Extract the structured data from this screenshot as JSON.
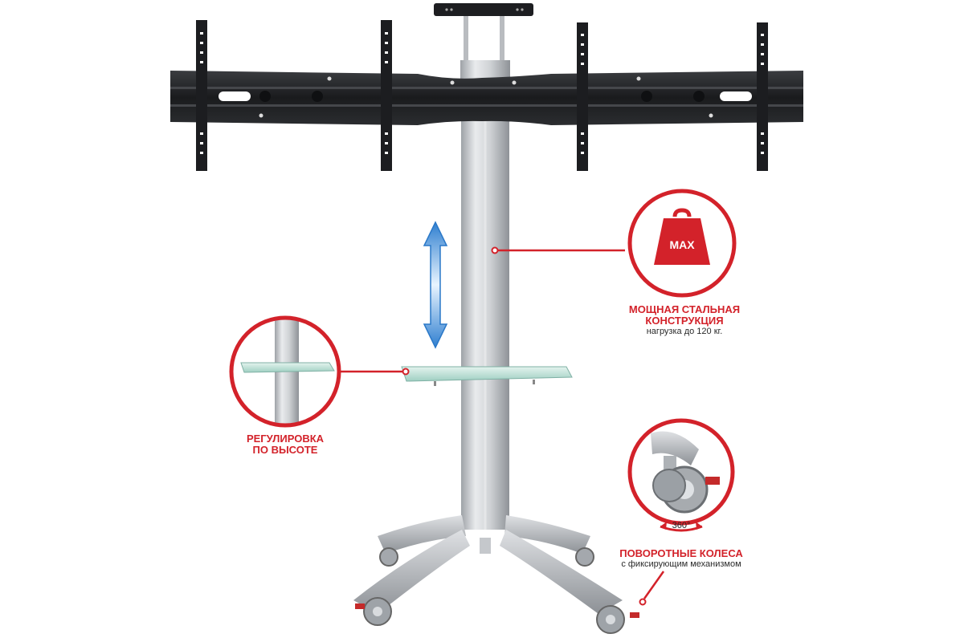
{
  "callouts": {
    "steel": {
      "badge": "MAX",
      "title_line1": "МОЩНАЯ СТАЛЬНАЯ",
      "title_line2": "КОНСТРУКЦИЯ",
      "subtitle": "нагрузка до 120 кг."
    },
    "height": {
      "title_line1": "РЕГУЛИРОВКА",
      "title_line2": "ПО ВЫСОТЕ"
    },
    "wheels": {
      "badge": "360°",
      "title_line1": "ПОВОРОТНЫЕ КОЛЕСА",
      "subtitle": "с фиксирующим механизмом"
    }
  },
  "colors": {
    "accent_red": "#d3222a",
    "frame_black": "#1e1f22",
    "column_silver": "#c8cacd",
    "glass_green": "#b9ddd4",
    "arrow_blue": "#3d8fd8"
  },
  "icons": {
    "weight": "weight-max-icon",
    "height_arrow": "double-arrow-vertical-icon",
    "rotation": "rotation-360-icon"
  }
}
